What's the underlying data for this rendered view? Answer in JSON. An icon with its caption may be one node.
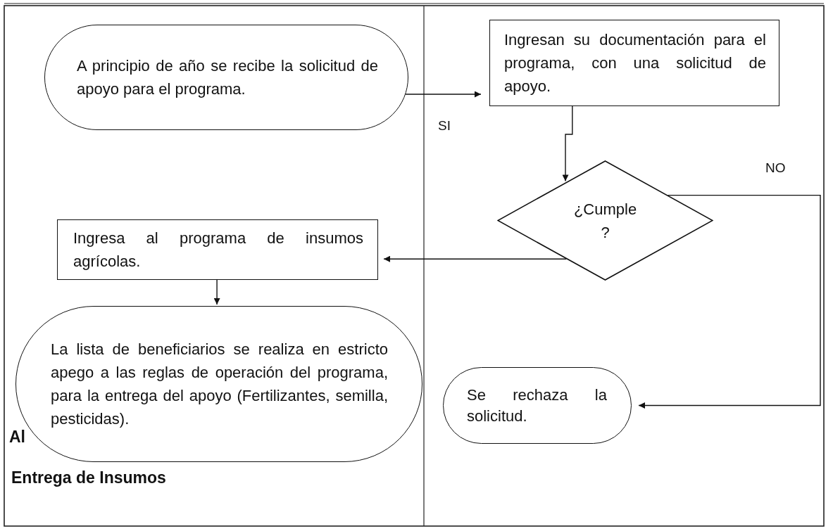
{
  "diagram": {
    "nodes": [
      {
        "text": [
          "A principio de año se recibe la solicitud de apoyo para el programa."
        ]
      },
      {
        "text": [
          "Ingresan su documentación para el programa, con una solicitud de apoyo."
        ]
      },
      {
        "text": [
          "¿Cumple ?"
        ]
      },
      {
        "text": [
          "Ingresa al programa de insumos agrícolas."
        ]
      },
      {
        "text": [
          "La lista de beneficiarios se realiza en estricto apego a las reglas de operación del programa, para la entrega del apoyo (Fertilizantes, semilla, pesticidas)."
        ]
      },
      {
        "text": [
          "Se rechaza la solicitud."
        ]
      }
    ],
    "edges": [
      {
        "from": 0,
        "to": 1,
        "arrow": "to"
      },
      {
        "from": 1,
        "to": 2,
        "arrow": "to"
      },
      {
        "from": 2,
        "to": 3,
        "arrow": "to"
      },
      {
        "from": 2,
        "to": 5,
        "arrow": "to",
        "label": "NO"
      },
      {
        "from": 3,
        "to": 4,
        "arrow": "to"
      }
    ],
    "labels": [
      "SI",
      "Al",
      "Entrega de Insumos"
    ]
  }
}
